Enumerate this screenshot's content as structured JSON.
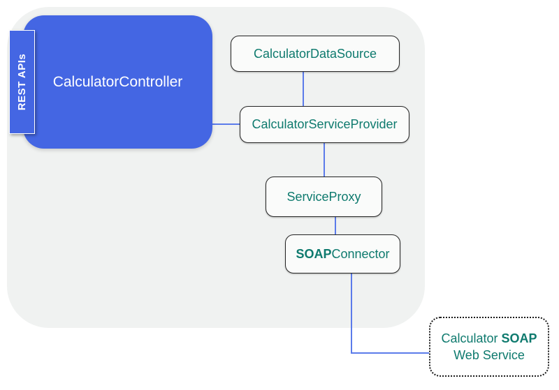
{
  "diagram": {
    "rest_apis_label": "REST APIs",
    "nodes": {
      "controller": {
        "label": "CalculatorController"
      },
      "datasource": {
        "label": "CalculatorDataSource"
      },
      "service_provider": {
        "label": "CalculatorServiceProvider"
      },
      "service_proxy": {
        "label": "ServiceProxy"
      },
      "soap_connector": {
        "bold_part": "SOAP",
        "normal_part": "Connector"
      },
      "web_service": {
        "line1_normal": "Calculator ",
        "line1_bold": "SOAP",
        "line2": "Web Service"
      }
    },
    "colors": {
      "primary_blue": "#4466e3",
      "connector_blue": "#5b7bea",
      "label_teal": "#0e7a6e",
      "container_gray": "#f0f2f1",
      "node_fill": "#fafbfa",
      "node_border": "#262626"
    }
  }
}
